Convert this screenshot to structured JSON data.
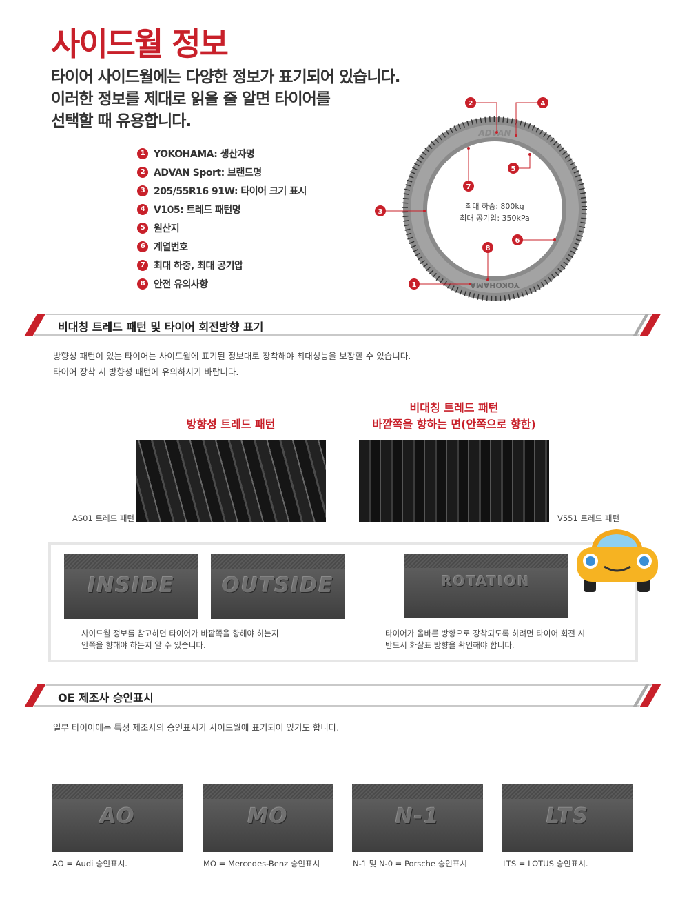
{
  "header": {
    "title": "사이드월 정보",
    "subtitle": [
      "타이어 사이드월에는 다양한 정보가 표기되어 있습니다.",
      "이러한 정보를 제대로 읽을 줄 알면 타이어를",
      "선택할 때 유용합니다."
    ]
  },
  "legend": [
    {
      "num": "1",
      "text": "YOKOHAMA: 생산자명"
    },
    {
      "num": "2",
      "text": "ADVAN Sport: 브랜드명"
    },
    {
      "num": "3",
      "text": "205/55R16 91W: 타이어 크기 표시"
    },
    {
      "num": "4",
      "text": "V105: 트레드 패턴명"
    },
    {
      "num": "5",
      "text": "원산지"
    },
    {
      "num": "6",
      "text": "계열번호"
    },
    {
      "num": "7",
      "text": "최대 하중, 최대 공기압"
    },
    {
      "num": "8",
      "text": "안전 유의사항"
    }
  ],
  "tire": {
    "load": "최대 하중: 800kg",
    "pressure": "최대 공기압: 350kPa",
    "sidewall_top": "ADVAN",
    "sidewall_bottom": "YOKOHAMA"
  },
  "section1": {
    "title": "비대칭 트레드 패턴 및 타이어 회전방향 표기",
    "text": [
      "방향성 패턴이 있는 타이어는 사이드월에 표기된 정보대로 장착해야 최대성능을 보장할 수 있습니다.",
      "타이어 장착 시 방향성 패턴에 유의하시기 바랍니다."
    ],
    "directional_heading": "방향성 트레드 패턴",
    "asym_heading": [
      "비대칭 트레드 패턴",
      "바깥쪽을 향하는 면(안쪽으로 향한)"
    ],
    "as01_label": "AS01 트레드 패턴",
    "v551_label": "V551 트레드 패턴",
    "inside": "INSIDE",
    "outside": "OUTSIDE",
    "rotation": "ROTATION",
    "caption_left": [
      "사이드월 정보를 참고하면 타이어가 바깥쪽을 향해야 하는지",
      "안쪽을 향해야 하는지 알 수 있습니다."
    ],
    "caption_right": [
      "타이어가 올바른 방향으로 장착되도록 하려면 타이어 회전 시",
      "반드시 화살표 방향을 확인해야 합니다."
    ]
  },
  "section2": {
    "title": "OE 제조사 승인표시",
    "text": "일부 타이어에는 특정 제조사의 승인표시가 사이드월에 표기되어 있기도 합니다.",
    "marks": [
      {
        "emb": "AO",
        "caption": "AO = Audi 승인표시."
      },
      {
        "emb": "MO",
        "caption": "MO = Mercedes-Benz 승인표시"
      },
      {
        "emb": "N-1",
        "caption": "N-1 및 N-0 = Porsche 승인표시"
      },
      {
        "emb": "LTS",
        "caption": "LTS = LOTUS 승인표시."
      }
    ]
  },
  "colors": {
    "accent": "#c8202a"
  }
}
